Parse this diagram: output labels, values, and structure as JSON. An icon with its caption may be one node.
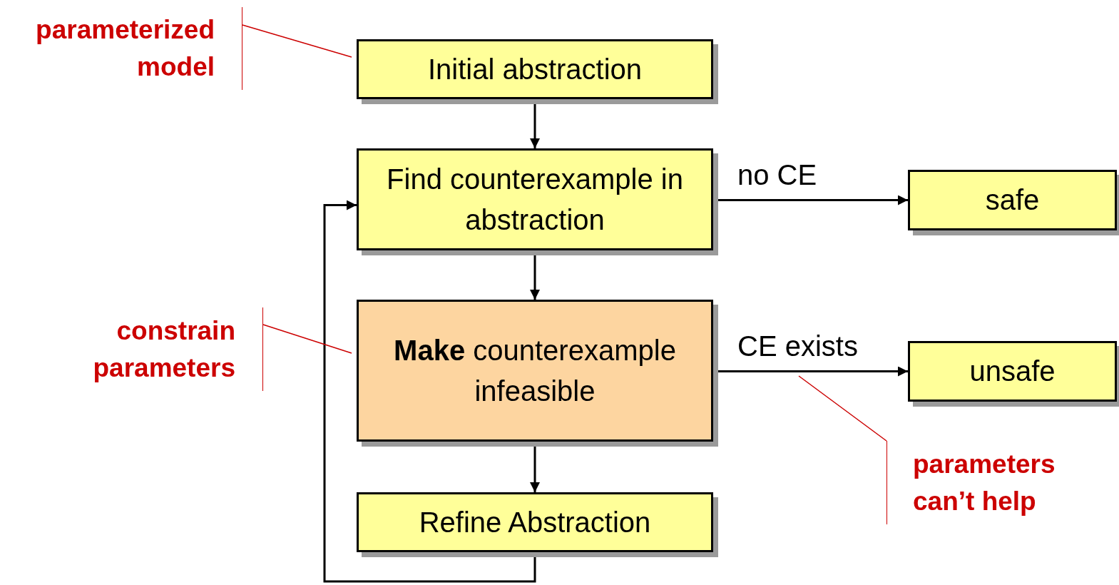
{
  "diagram": {
    "nodes": [
      {
        "text": [
          "parameterized model"
        ]
      },
      {
        "text": [
          "Initial abstraction"
        ]
      },
      {
        "text": [
          "Find counterexample in abstraction"
        ]
      },
      {
        "text": [
          "**Make** counterexample infeasible"
        ]
      },
      {
        "text": [
          "Refine Abstraction"
        ]
      },
      {
        "text": [
          "safe"
        ]
      },
      {
        "text": [
          "unsafe"
        ]
      },
      {
        "text": [
          "constrain parameters"
        ]
      },
      {
        "text": [
          "parameters can’t help"
        ]
      }
    ],
    "edges": [
      {
        "from": 1,
        "to": 2,
        "arrow": "to"
      },
      {
        "from": 2,
        "to": 3,
        "arrow": "to"
      },
      {
        "from": 3,
        "to": 4,
        "arrow": "to"
      },
      {
        "from": 4,
        "to": 2,
        "arrow": "to"
      },
      {
        "from": 2,
        "to": 5,
        "arrow": "to",
        "label": "no CE"
      },
      {
        "from": 3,
        "to": 6,
        "arrow": "to",
        "label": "CE exists"
      },
      {
        "from": 0,
        "to": 1,
        "arrow": "none",
        "color": "#cc0000"
      },
      {
        "from": 7,
        "to": 3,
        "arrow": "none",
        "color": "#cc0000"
      },
      {
        "from": 8,
        "to": null,
        "arrow": "none",
        "color": "#cc0000"
      }
    ]
  }
}
